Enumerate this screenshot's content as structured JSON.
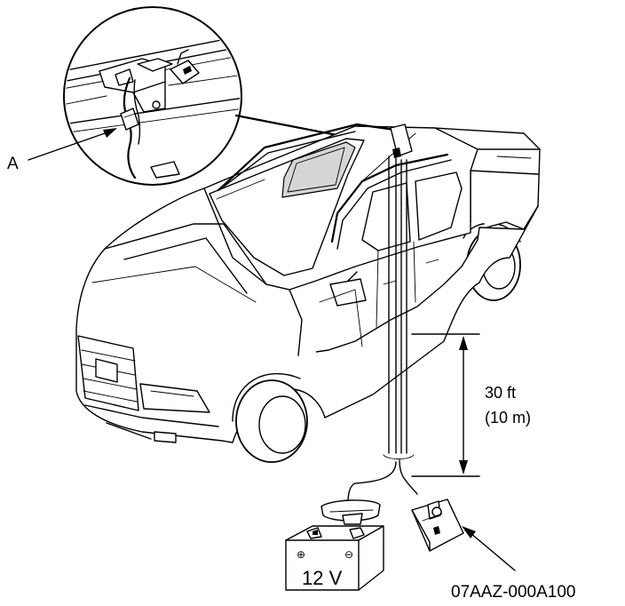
{
  "labels": {
    "callout_a": "A",
    "distance_ft": "30 ft",
    "distance_m": "(10 m)",
    "battery_voltage": "12 V",
    "part_number": "07AAZ-000A100"
  }
}
